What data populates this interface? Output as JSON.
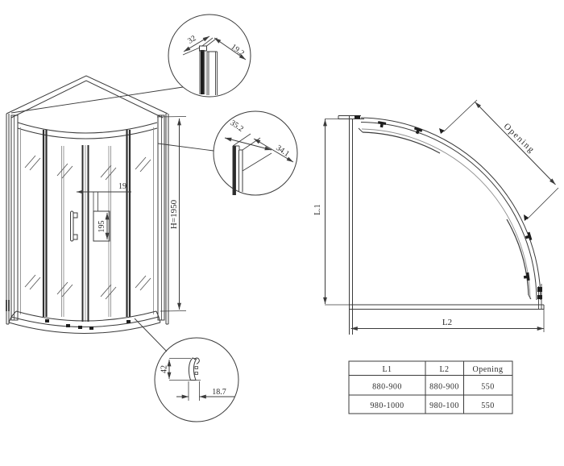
{
  "front_view": {
    "dim_gap": "19",
    "dim_handle": "195",
    "dim_height": "H=1950"
  },
  "detail_top": {
    "dim_width": "32",
    "dim_depth": "19.2"
  },
  "detail_middle": {
    "dim_width": "35.2",
    "dim_depth": "34.1"
  },
  "detail_bottom": {
    "dim_height": "42",
    "dim_width": "18.7"
  },
  "plan_view": {
    "dim_left": "L.1",
    "dim_bottom": "L2",
    "dim_arc": "Opening"
  },
  "spec_table": {
    "headers": [
      "L1",
      "L2",
      "Opening"
    ],
    "rows": [
      [
        "880-900",
        "880-900",
        "550"
      ],
      [
        "980-1000",
        "980-100",
        "550"
      ]
    ]
  },
  "colors": {
    "line": "#3b3b3b",
    "light_line": "#8f8f8f",
    "fill_dark": "#1e1e1e"
  }
}
